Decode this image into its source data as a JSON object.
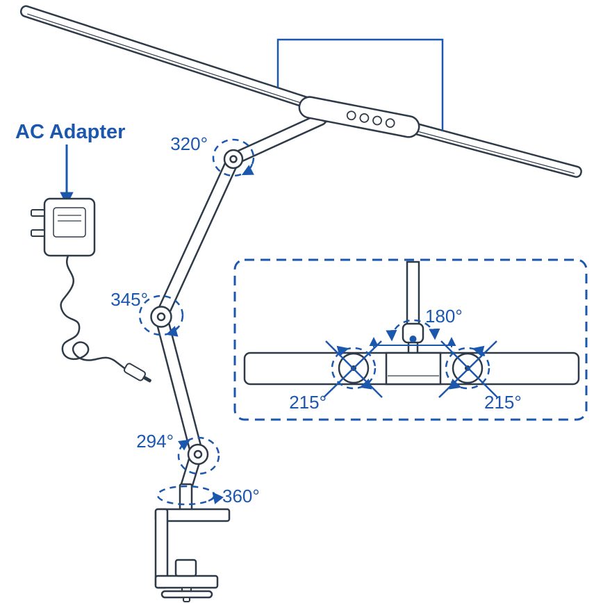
{
  "colors": {
    "line": "#2f3a48",
    "accent": "#1c57ae"
  },
  "labels": {
    "ac_adapter": "AC Adapter",
    "joint_top": "320°",
    "joint_mid": "345°",
    "joint_low": "294°",
    "base_swivel": "360°",
    "head_tilt": "180°",
    "bar_left": "215°",
    "bar_right": "215°"
  }
}
